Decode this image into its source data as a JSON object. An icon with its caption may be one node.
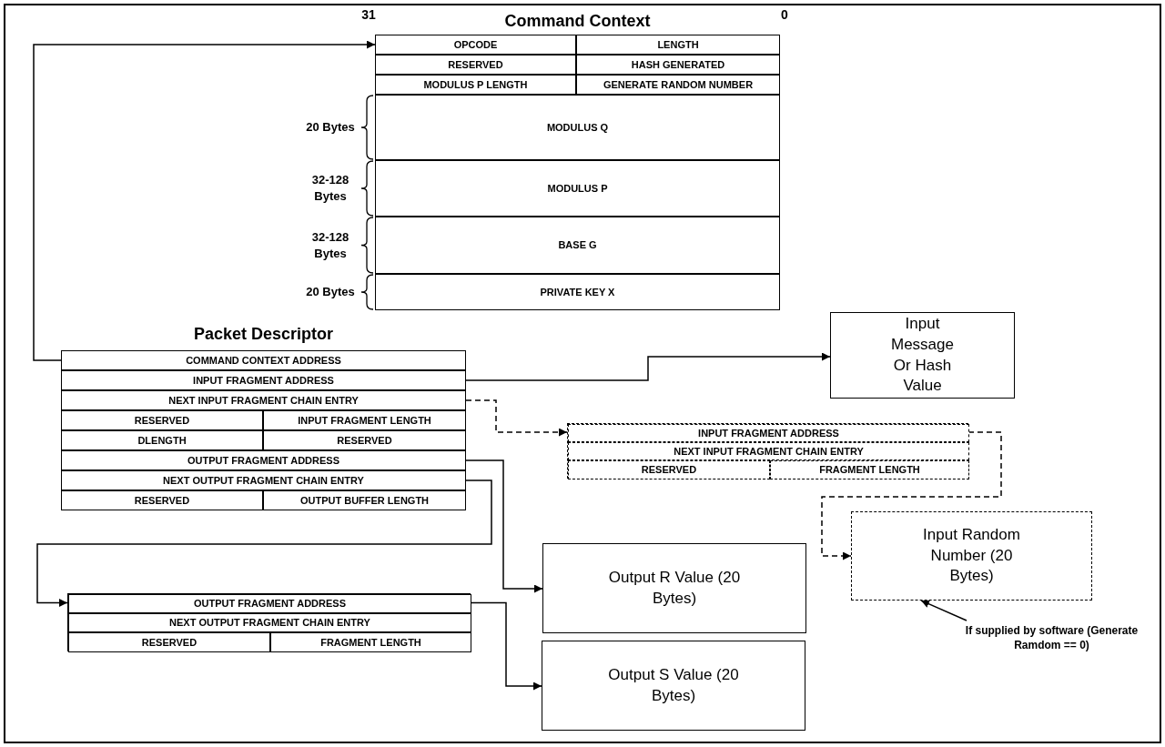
{
  "diagram": {
    "nodes": [
      {
        "text": [
          "Command Context"
        ]
      },
      {
        "text": [
          "OPCODE"
        ],
        "in": 0
      },
      {
        "text": [
          "LENGTH"
        ],
        "in": 0
      },
      {
        "text": [
          "RESERVED"
        ],
        "in": 0
      },
      {
        "text": [
          "HASH GENERATED"
        ],
        "in": 0
      },
      {
        "text": [
          "MODULUS P LENGTH"
        ],
        "in": 0
      },
      {
        "text": [
          "GENERATE RANDOM NUMBER"
        ],
        "in": 0
      },
      {
        "text": [
          "MODULUS Q"
        ],
        "in": 0,
        "beside": [
          "20 Bytes"
        ]
      },
      {
        "text": [
          "MODULUS P"
        ],
        "in": 0,
        "beside": [
          "32-128 Bytes"
        ]
      },
      {
        "text": [
          "BASE G"
        ],
        "in": 0,
        "beside": [
          "32-128 Bytes"
        ]
      },
      {
        "text": [
          "PRIVATE KEY X"
        ],
        "in": 0,
        "beside": [
          "20 Bytes"
        ]
      },
      {
        "text": [
          "Packet Descriptor"
        ]
      },
      {
        "text": [
          "COMMAND CONTEXT ADDRESS"
        ],
        "in": 11
      },
      {
        "text": [
          "INPUT FRAGMENT ADDRESS"
        ],
        "in": 11
      },
      {
        "text": [
          "NEXT INPUT FRAGMENT CHAIN ENTRY"
        ],
        "in": 11
      },
      {
        "text": [
          "RESERVED"
        ],
        "in": 11
      },
      {
        "text": [
          "INPUT FRAGMENT LENGTH"
        ],
        "in": 11
      },
      {
        "text": [
          "DLENGTH"
        ],
        "in": 11
      },
      {
        "text": [
          "RESERVED"
        ],
        "in": 11
      },
      {
        "text": [
          "OUTPUT FRAGMENT ADDRESS"
        ],
        "in": 11
      },
      {
        "text": [
          "NEXT OUTPUT FRAGMENT CHAIN ENTRY"
        ],
        "in": 11
      },
      {
        "text": [
          "RESERVED"
        ],
        "in": 11
      },
      {
        "text": [
          "OUTPUT BUFFER LENGTH"
        ],
        "in": 11
      },
      {
        "text": [
          "Input Message Or Hash Value"
        ]
      },
      {
        "text": [],
        "shape": "box"
      },
      {
        "text": [
          "INPUT FRAGMENT ADDRESS"
        ],
        "in": 24
      },
      {
        "text": [
          "NEXT INPUT FRAGMENT CHAIN ENTRY"
        ],
        "in": 24
      },
      {
        "text": [
          "RESERVED"
        ],
        "in": 24
      },
      {
        "text": [
          "FRAGMENT LENGTH"
        ],
        "in": 24
      },
      {
        "text": [
          "Input Random Number (20 Bytes)"
        ]
      },
      {
        "text": [
          "Output R Value (20 Bytes)"
        ]
      },
      {
        "text": [],
        "shape": "box"
      },
      {
        "text": [
          "OUTPUT FRAGMENT ADDRESS"
        ],
        "in": 31
      },
      {
        "text": [
          "NEXT OUTPUT FRAGMENT CHAIN ENTRY"
        ],
        "in": 31
      },
      {
        "text": [
          "RESERVED"
        ],
        "in": 31
      },
      {
        "text": [
          "FRAGMENT LENGTH"
        ],
        "in": 31
      },
      {
        "text": [
          "Output S Value (20 Bytes)"
        ]
      },
      {
        "text": [
          "If supplied by software (Generate Ramdom == 0)"
        ]
      }
    ],
    "edges": [
      {
        "from": 12,
        "to": 0,
        "arrow": "to"
      },
      {
        "from": 13,
        "to": 23,
        "arrow": "to"
      },
      {
        "from": 14,
        "to": 24,
        "arrow": "to",
        "style": "dashed"
      },
      {
        "from": 25,
        "to": 29,
        "arrow": "to",
        "style": "dashed"
      },
      {
        "from": 19,
        "to": 30,
        "arrow": "to"
      },
      {
        "from": 20,
        "to": 31,
        "arrow": "to"
      },
      {
        "from": 32,
        "to": 36,
        "arrow": "to"
      },
      {
        "from": 37,
        "to": 29,
        "arrow": "to"
      }
    ],
    "labels": [
      "31",
      "0"
    ]
  }
}
